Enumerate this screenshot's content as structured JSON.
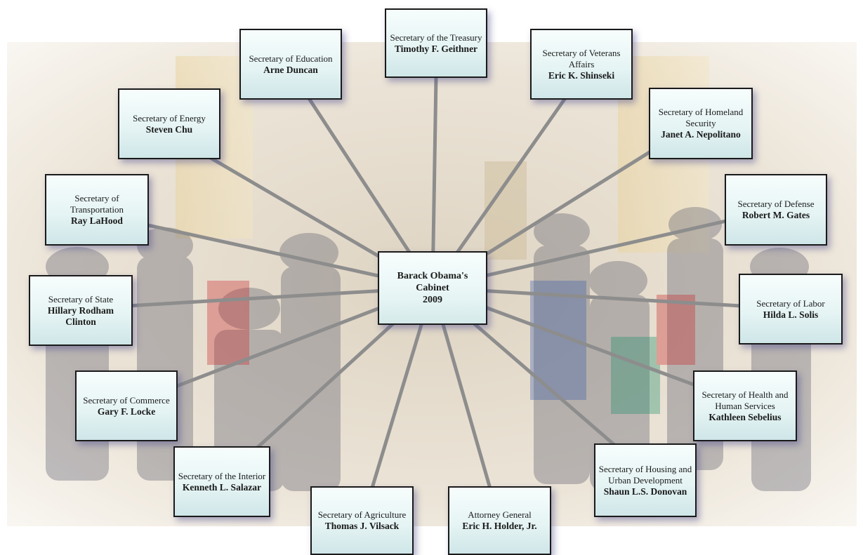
{
  "hub": {
    "line1": "Barack Obama's",
    "line2": "Cabinet",
    "line3": "2009"
  },
  "members": [
    {
      "title": "Secretary of the Treasury",
      "name": "Timothy F. Geithner"
    },
    {
      "title": "Secretary of Education",
      "name": "Arne Duncan"
    },
    {
      "title": "Secretary of Veterans Affairs",
      "name": "Eric K. Shinseki"
    },
    {
      "title": "Secretary of Energy",
      "name": "Steven Chu"
    },
    {
      "title": "Secretary of Homeland Security",
      "name": "Janet A. Nepolitano"
    },
    {
      "title": "Secretary of Transportation",
      "name": "Ray LaHood"
    },
    {
      "title": "Secretary of Defense",
      "name": "Robert M. Gates"
    },
    {
      "title": "Secretary of State",
      "name": "Hillary Rodham Clinton"
    },
    {
      "title": "Secretary of Labor",
      "name": "Hilda L. Solis"
    },
    {
      "title": "Secretary of Commerce",
      "name": "Gary F. Locke"
    },
    {
      "title": "Secretary of Health and Human Services",
      "name": "Kathleen Sebelius"
    },
    {
      "title": "Secretary of the Interior",
      "name": "Kenneth L. Salazar"
    },
    {
      "title": "Secretary of Housing and Urban Development",
      "name": "Shaun L.S. Donovan"
    },
    {
      "title": "Secretary of Agriculture",
      "name": "Thomas J. Vilsack"
    },
    {
      "title": "Attorney General",
      "name": "Eric H. Holder, Jr."
    }
  ]
}
